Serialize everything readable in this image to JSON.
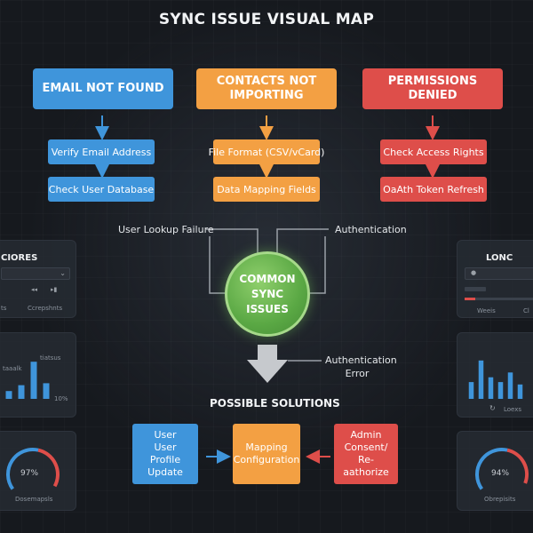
{
  "title": "SYNC ISSUE VISUAL MAP",
  "categories": [
    {
      "label": "EMAIL NOT FOUND",
      "color": "#3f95db",
      "steps": [
        "Verify Email Address",
        "Check User Database"
      ]
    },
    {
      "label": "CONTACTS NOT IMPORTING",
      "color": "#f3a043",
      "steps": [
        "File Format (CSV/vCard)",
        "Data Mapping Fields"
      ]
    },
    {
      "label": "PERMISSIONS DENIED",
      "color": "#de4e4a",
      "steps": [
        "Check Access Rights",
        "OaAth Token Refresh"
      ]
    }
  ],
  "connector_labels": {
    "left": "User Lookup Failure",
    "right": "Authentication",
    "lower": "Authentication\nError"
  },
  "center": "COMMON\nSYNC\nISSUES",
  "solutions_title": "POSSIBLE SOLUTIONS",
  "solutions": [
    {
      "label": "User\nUser Profile\nUpdate",
      "color": "#3f95db"
    },
    {
      "label": "Mapping\nConfiguration",
      "color": "#f3a043"
    },
    {
      "label": "Admin\nConsent/\nRe-aathorize",
      "color": "#de4e4a"
    }
  ],
  "side_panels": {
    "left": {
      "header": "CIORES",
      "header_caption_1": "ts",
      "header_caption_2": "Ccrepshnts",
      "bar_caption_1": "taaalk",
      "bar_caption_2": "tiatsus",
      "bar_caption_3": "10%",
      "bar_values": [
        0.2,
        0.35,
        0.95,
        0.4
      ],
      "gauge_value": "97%",
      "gauge_level": 0.97,
      "gauge_caption": "Dosemapsls"
    },
    "right": {
      "header": "LONC",
      "header_caption_1": "Weeis",
      "header_caption_2": "Cl",
      "bar_values": [
        0.35,
        0.8,
        0.45,
        0.35,
        0.55,
        0.3
      ],
      "bar_caption": "Loexs",
      "gauge_value": "94%",
      "gauge_level": 0.94,
      "gauge_caption": "Obrepisits"
    }
  },
  "colors": {
    "blue": "#3f95db",
    "orange": "#f3a043",
    "red": "#de4e4a",
    "green": "#5aa844",
    "arrow_gray": "#c6c9cd"
  }
}
